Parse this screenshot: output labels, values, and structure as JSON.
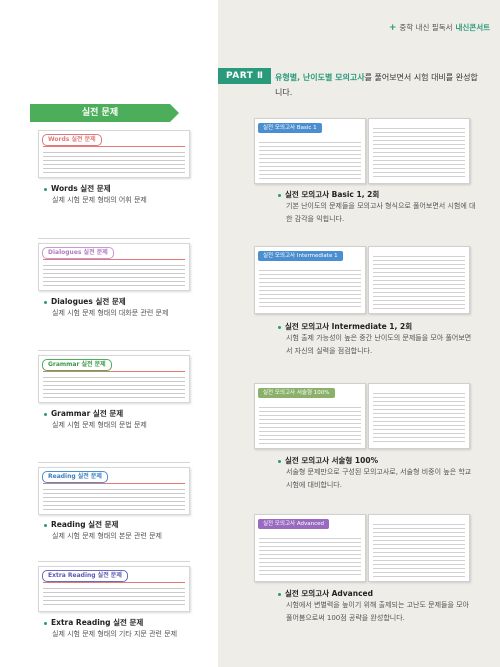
{
  "header": {
    "prefix": "중학 내신 필독서",
    "brand": "내신콘서트"
  },
  "part": {
    "badge": "PART Ⅱ",
    "desc_highlight": "유형별, 난이도별 모의고사",
    "desc_rest": "를 풀어보면서 시험 대비를 완성합니다."
  },
  "left_banner": {
    "label": "실전 문제"
  },
  "left_items": [
    {
      "tag": "Words 실전 문제",
      "title": "Words 실전 문제",
      "desc": "실제 시험 문제 형태의 어휘 문제",
      "color": "#e07a7a"
    },
    {
      "tag": "Dialogues 실전 문제",
      "title": "Dialogues 실전 문제",
      "desc": "실제 시험 문제 형태의 대화문 관련 문제",
      "color": "#c79ad0"
    },
    {
      "tag": "Grammar 실전 문제",
      "title": "Grammar 실전 문제",
      "desc": "실제 시험 문제 형태의 문법 문제",
      "color": "#4cae5a"
    },
    {
      "tag": "Reading 실전 문제",
      "title": "Reading 실전 문제",
      "desc": "실제 시험 문제 형태의 본문 관련 문제",
      "color": "#4c8fd0"
    },
    {
      "tag": "Extra Reading 실전 문제",
      "title": "Extra Reading 실전 문제",
      "desc": "실제 시험 문제 형태의 기타 지문 관련 문제",
      "color": "#6a6ac0"
    }
  ],
  "right_items": [
    {
      "tag": "실전 모의고사 Basic 1",
      "title": "실전 모의고사 Basic 1, 2회",
      "desc": "기본 난이도의 문제들을 모의고사 형식으로 풀어보면서 시험에 대한 감각을 익힙니다.",
      "color": "#4c8fd0"
    },
    {
      "tag": "실전 모의고사 Intermediate 1",
      "title": "실전 모의고사 Intermediate 1, 2회",
      "desc": "시험 출제 가능성이 높은 중간 난이도의 문제들을 모아 풀어보면서 자신의 실력을 점검합니다.",
      "color": "#4c8fd0"
    },
    {
      "tag": "실전 모의고사 서술형 100%",
      "title": "실전 모의고사 서술형 100%",
      "desc": "서술형 문제만으로 구성된 모의고사로, 서술형 비중이 높은 학교 시험에 대비합니다.",
      "color": "#8ab06a"
    },
    {
      "tag": "실전 모의고사 Advanced",
      "title": "실전 모의고사 Advanced",
      "desc": "시험에서 변별력을 높이기 위해 출제되는 고난도 문제들을 모아 풀어봄으로써 100점 공략을 완성합니다.",
      "color": "#9a6ac0"
    }
  ]
}
